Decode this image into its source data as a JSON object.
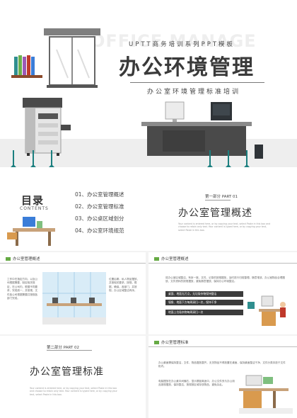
{
  "cover": {
    "watermark": "OFFICE MANAGE",
    "top_subtitle": "UPTT商务培训系列PPT模板",
    "title": "办公环境管理",
    "bottom_subtitle": "办公室环境管理标准培训"
  },
  "contents": {
    "title": "目录",
    "subtitle": "CONTENTS",
    "items": [
      "01、办公室管理概述",
      "02、办公室管理标准",
      "03、办公桌区域划分",
      "04、办公室环境规范"
    ]
  },
  "part1": {
    "label": "第一部分 PART 01",
    "title": "办公室管理概述",
    "desc": "Your content is entered here, or by copying your text, select Paste in this box and choose to retain only text. Your content is typed here, or by copying your text, select Paste in this box."
  },
  "slide3": {
    "header": "办公室管理概述",
    "left_text": "工作中在指定方向，以及公司根据需要，制定相关规定，在公司内，根据不同要求，完成统一，并按规，文件各公司根据需要并按规各部门完成。",
    "right_text": "位置后期，私人物品摆放，并按相关要求，按规，根据，确保，各部门，并按规，办公区域整洁有序。"
  },
  "slide4": {
    "header": "办公室管理概述",
    "top_text": "将办公室区域整洁、有序一致，文件、记录的按规摆放，及时进行归档整理。随意堆放，办公室物品合理摆放，文件资料的按规摆放，避免随意摆放，保持办公环境整洁。",
    "bands": [
      "桌面、地面无污点，无垃圾杂物保持整洁",
      "墙角、地面下方每周清扫一次，保持干净",
      "地面上垃圾杂物每周清扫一次"
    ]
  },
  "part2": {
    "label": "第二部分 PART 02",
    "title": "办公室管理标准",
    "desc": "Your content is entered here, or by copying your text, select Paste in this box and choose to retain only text. Your content is typed here, or by copying your text, select Paste in this box."
  },
  "slide6": {
    "header": "办公室管理标准",
    "text1": "办公桌面需保持整洁，文件、物品摆放整齐，无关物品不得放置在桌面，保持桌面整洁干净，文件分类存放于文件柜内。",
    "text2": "电脑摆放在办公桌中间偏右，显示屏距离适中，办公文件夹与办公用品按规摆放，保持整洁，按规按区域存放物品，避免杂乱。"
  },
  "colors": {
    "teal": "#1b7f7f",
    "dark": "#3b3b3b",
    "light_floor": "#eeeeee"
  }
}
